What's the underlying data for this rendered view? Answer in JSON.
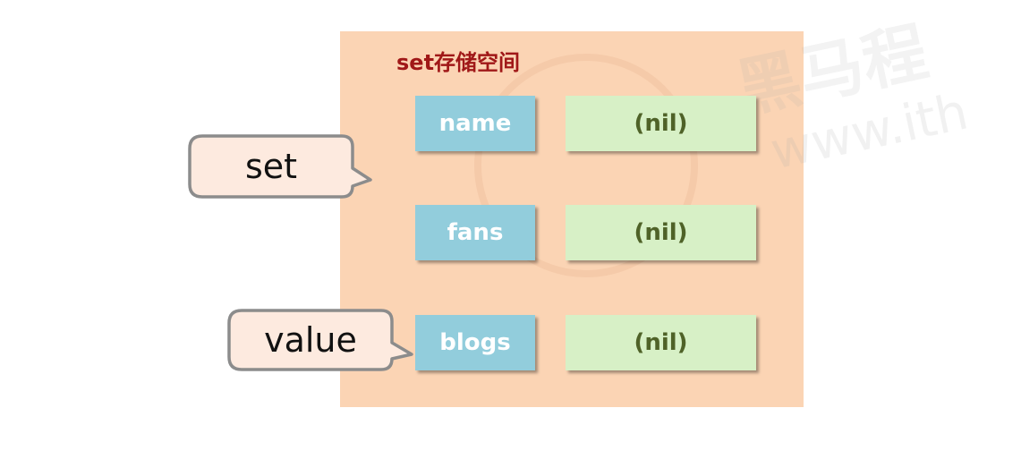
{
  "storage": {
    "title": "set存储空间"
  },
  "rows": [
    {
      "key": "name",
      "value": "(nil)"
    },
    {
      "key": "fans",
      "value": "(nil)"
    },
    {
      "key": "blogs",
      "value": "(nil)"
    }
  ],
  "callouts": {
    "set_label": "set",
    "value_label": "value"
  },
  "watermark": {
    "brand": "黑马程",
    "url": "www.ith"
  },
  "colors": {
    "storage_bg": "#fbd4b4",
    "title": "#a01818",
    "key_bg": "#92cddc",
    "value_bg": "#d7f0c6",
    "value_text": "#4f6228",
    "callout_bg": "#fdeadf",
    "callout_border": "#8c8c8c"
  }
}
